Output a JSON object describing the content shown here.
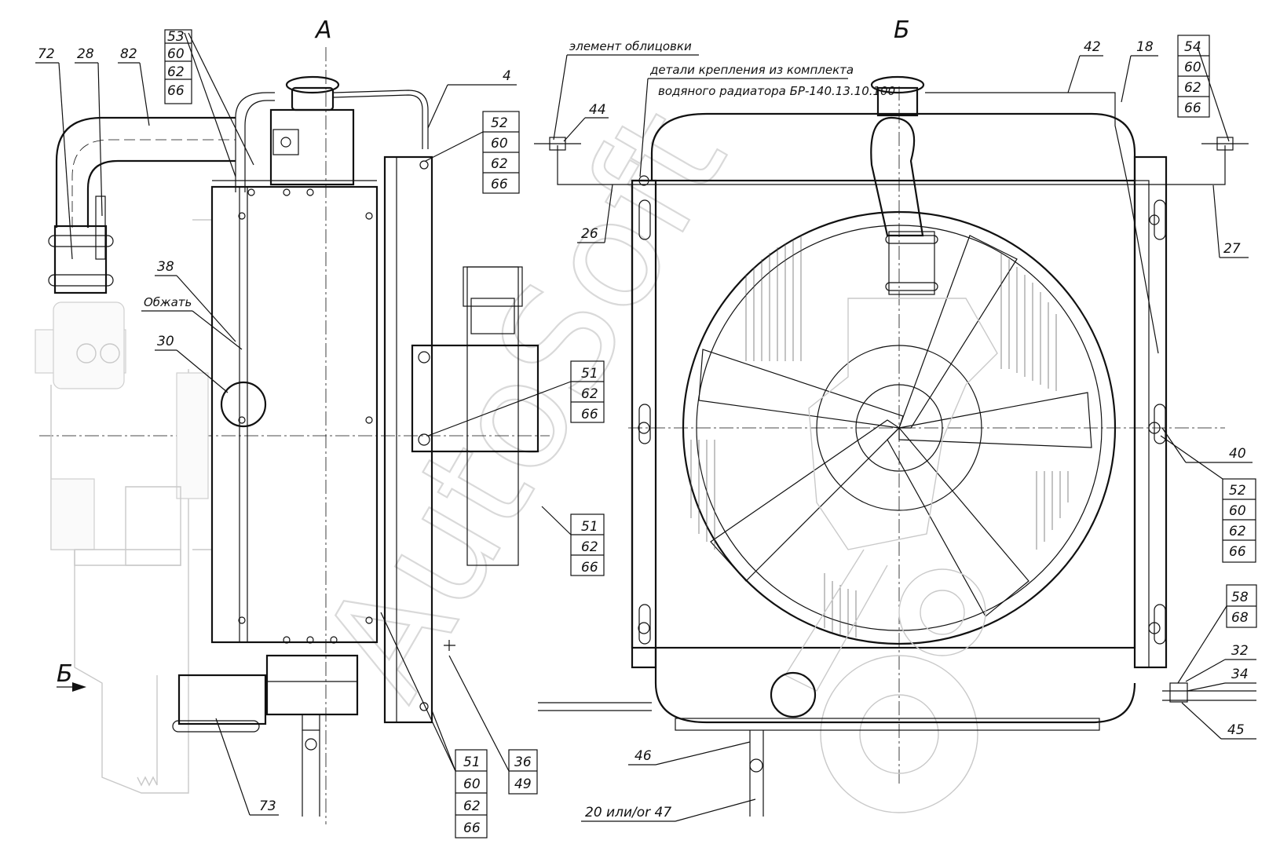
{
  "views": {
    "a_title": "А",
    "b_title": "Б",
    "arrow_label": "Б"
  },
  "notes": {
    "trim_element": "элемент облицовки",
    "fastening_line1": "детали крепления из комплекта",
    "fastening_line2": "водяного радиатора БР-140.13.10.100",
    "crimp": "Обжать"
  },
  "watermark": "AutoSoft",
  "callouts": {
    "c72": "72",
    "c28": "28",
    "c82": "82",
    "c53": [
      "53",
      "60",
      "62",
      "66"
    ],
    "c4": "4",
    "c52a": [
      "52",
      "60",
      "62",
      "66"
    ],
    "c38": "38",
    "c30": "30",
    "c51a": [
      "51",
      "62",
      "66"
    ],
    "c51b": [
      "51",
      "62",
      "66"
    ],
    "c51c": [
      "51",
      "60",
      "62",
      "66"
    ],
    "c36": [
      "36",
      "49"
    ],
    "c73": "73",
    "c44": "44",
    "c26": "26",
    "c42": "42",
    "c18": "18",
    "c54": [
      "54",
      "60",
      "62",
      "66"
    ],
    "c27": "27",
    "c40": "40",
    "c52b": [
      "52",
      "60",
      "62",
      "66"
    ],
    "c58": [
      "58",
      "68"
    ],
    "c32": "32",
    "c34": "34",
    "c45": "45",
    "c46": "46",
    "c20": "20 или/or 47"
  },
  "icons": {
    "view_arrow": "arrow-right-icon",
    "fan": "fan-icon",
    "radiator_cap": "cap-icon"
  }
}
